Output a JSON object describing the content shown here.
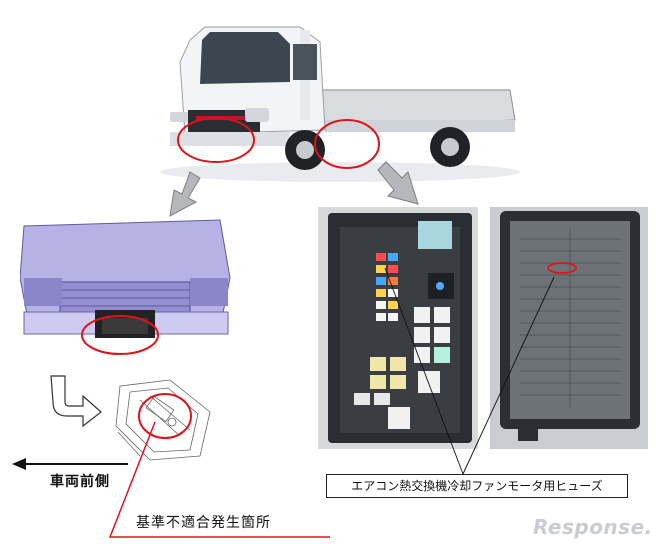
{
  "labels": {
    "fuse_caption": "エアコン熱交換機冷却ファンモータ用ヒューズ",
    "vehicle_front": "車両前側",
    "nonconformity_location": "基準不適合発生箇所"
  },
  "watermark": "Response.",
  "colors": {
    "highlight": "#e0131b",
    "cab_white": "#f3f4f6",
    "cab_render": "#b7b2e6",
    "fuse_box_dark": "#2a2d31",
    "cover_gray": "#6d7277"
  }
}
